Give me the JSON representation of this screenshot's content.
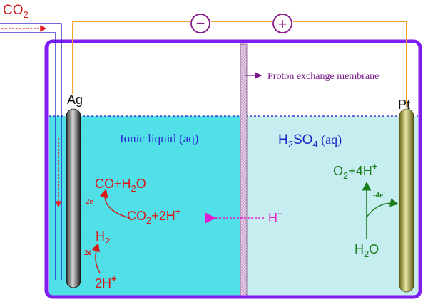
{
  "labels": {
    "co2_inlet": "CO",
    "co2_inlet_sub": "2",
    "minus_sign": "−",
    "plus_sign": "+",
    "cathode": "Ag",
    "anode": "Pt",
    "membrane": "Proton exchange membrane",
    "left_solution": "Ionic liquid (aq)",
    "right_acid_main": "H",
    "right_acid_sub": "2",
    "right_acid_main2": "SO",
    "right_acid_sub2": "4",
    "right_acid_tail": " (aq)"
  },
  "cathode_reactions": {
    "product_main": "CO+H",
    "product_sub": "2",
    "product_tail": "O",
    "reactant_main": "CO",
    "reactant_sub": "2",
    "reactant_tail": "+2H",
    "reactant_sup": "+",
    "electrons_1": "2e",
    "h2_main": "H",
    "h2_sub": "2",
    "electrons_2": "2e",
    "protons_main": "2H",
    "protons_sup": "+"
  },
  "proton_transfer": {
    "ion_main": "H",
    "ion_sup": "+"
  },
  "anode_reactions": {
    "product_main": "O",
    "product_sub": "2",
    "product_tail": "+4H",
    "product_sup": "+",
    "electrons": "-4e",
    "electrons_sup": "-",
    "reactant_main": "H",
    "reactant_sub": "2",
    "reactant_tail": "O"
  },
  "colors": {
    "cell_border": "#7f1cf0",
    "ionic_liquid": "#52e0e8",
    "acid": "#c6eef1",
    "wire": "#f5a030",
    "co2_pipe": "#1d17c9",
    "cathode_reaction": "#d61a1a",
    "anode_reaction": "#1a7f1a",
    "proton": "#e020d0",
    "membrane_label": "#7a1a8a",
    "left_solution_label": "#2a2ad0",
    "right_solution_label": "#1a22c8"
  }
}
